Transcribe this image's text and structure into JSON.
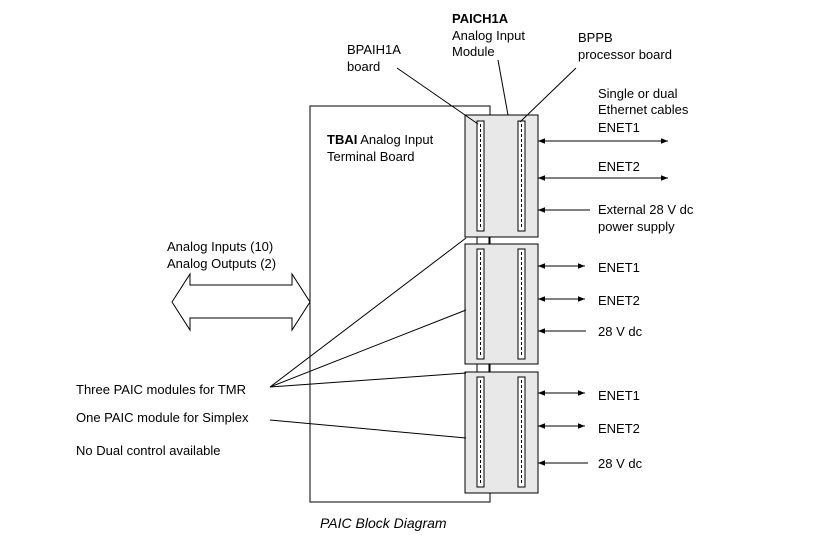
{
  "module": {
    "name": "PAICH1A",
    "line1": "Analog Input",
    "line2": "Module"
  },
  "bpaih1a": {
    "line1": "BPAIH1A",
    "line2": "board"
  },
  "bppb": {
    "line1": "BPPB",
    "line2": "processor board"
  },
  "terminal_board": {
    "name": "TBAI",
    "line1_rest": " Analog Input",
    "line2": "Terminal Board"
  },
  "cables": {
    "line1": "Single or dual",
    "line2": "Ethernet cables"
  },
  "module1": {
    "enet1": "ENET1",
    "enet2": "ENET2",
    "power_line1": "External 28 V dc",
    "power_line2": "power supply"
  },
  "module2": {
    "enet1": "ENET1",
    "enet2": "ENET2",
    "power": "28 V dc"
  },
  "module3": {
    "enet1": "ENET1",
    "enet2": "ENET2",
    "power": "28 V dc"
  },
  "io": {
    "line1": "Analog Inputs (10)",
    "line2": "Analog Outputs (2)"
  },
  "notes": {
    "tmr": "Three PAIC modules for TMR",
    "simplex": "One PAIC module for Simplex",
    "dual": "No Dual control available"
  },
  "caption": "PAIC Block Diagram"
}
